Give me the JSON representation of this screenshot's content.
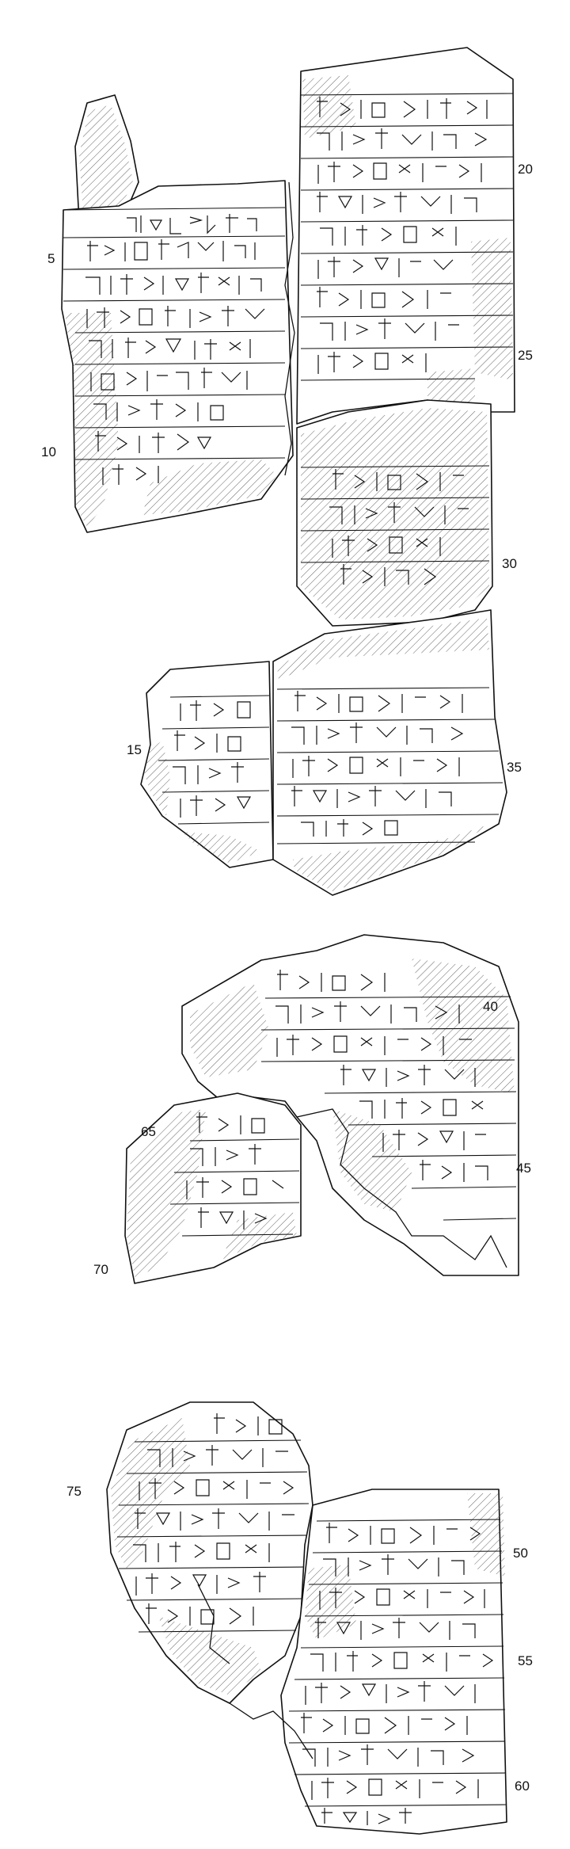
{
  "plate": {
    "line_numbers": [
      {
        "label": "20",
        "tablet": 1
      },
      {
        "label": "5",
        "tablet": 1
      },
      {
        "label": "25",
        "tablet": 1
      },
      {
        "label": "10",
        "tablet": 1
      },
      {
        "label": "30",
        "tablet": 1
      },
      {
        "label": "15",
        "tablet": 1
      },
      {
        "label": "35",
        "tablet": 1
      },
      {
        "label": "40",
        "tablet": 2
      },
      {
        "label": "65",
        "tablet": 2
      },
      {
        "label": "45",
        "tablet": 2
      },
      {
        "label": "70",
        "tablet": 2
      },
      {
        "label": "75",
        "tablet": 3
      },
      {
        "label": "50",
        "tablet": 3
      },
      {
        "label": "55",
        "tablet": 3
      },
      {
        "label": "60",
        "tablet": 3
      }
    ]
  }
}
